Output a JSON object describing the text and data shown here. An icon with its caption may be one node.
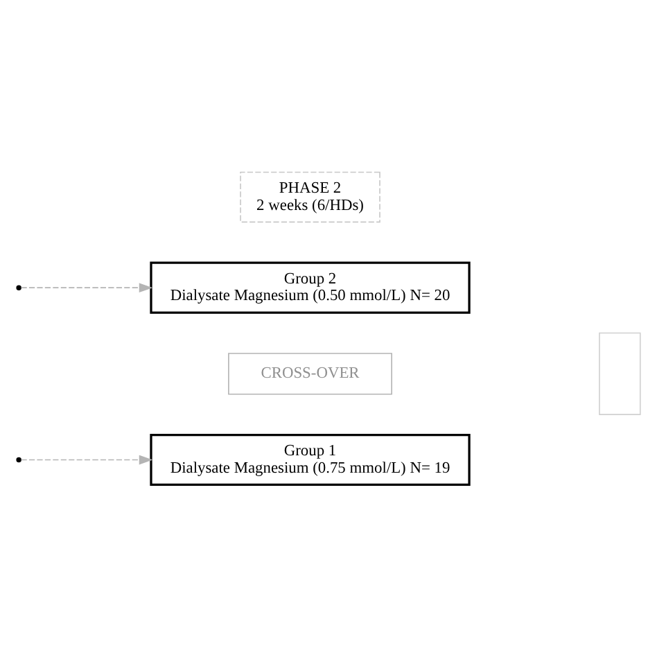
{
  "diagram": {
    "nodes": [
      {
        "text": [
          "PHASE 2",
          "2 weeks (6/HDs)"
        ]
      },
      {
        "text": [
          "Group 2",
          "Dialysate Magnesium (0.50 mmol/L) N= 20"
        ]
      },
      {
        "text": [
          "CROSS-OVER"
        ]
      },
      {
        "text": [
          "Group 1",
          "Dialysate Magnesium (0.75 mmol/L) N= 19"
        ]
      },
      {
        "text": [],
        "shape": "box"
      }
    ],
    "edges": [
      {
        "from": null,
        "to": 3,
        "arrow": "to",
        "style": "dashed",
        "color": "#b4b4b4"
      },
      {
        "from": null,
        "to": 1,
        "arrow": "to",
        "style": "dashed",
        "color": "#b4b4b4"
      }
    ]
  }
}
